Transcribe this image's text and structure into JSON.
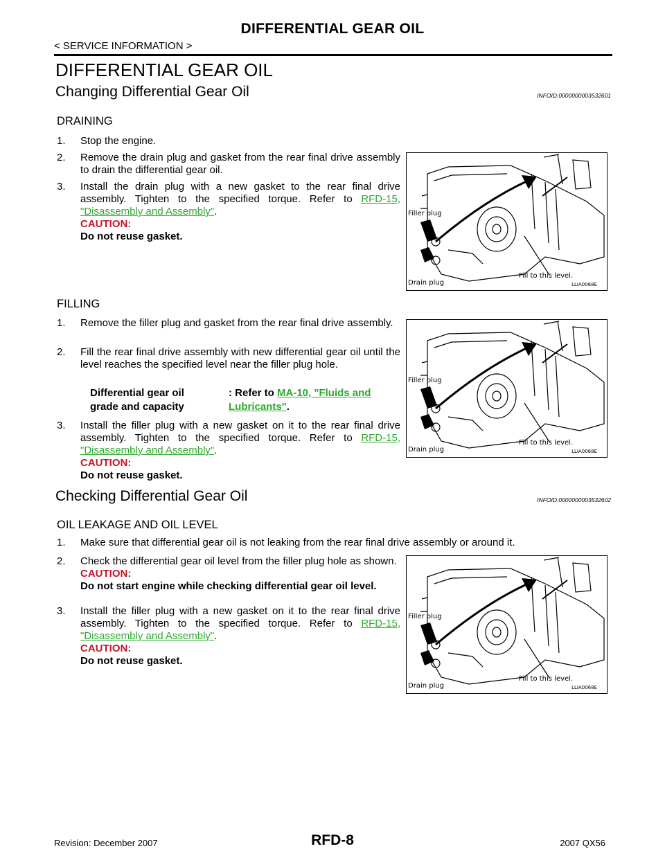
{
  "header": {
    "title": "DIFFERENTIAL GEAR OIL",
    "subtitle": "< SERVICE INFORMATION >"
  },
  "page_heading": "DIFFERENTIAL GEAR OIL",
  "section1": {
    "title": "Changing Differential Gear Oil",
    "infoid": "INFOID:0000000003532601",
    "draining": {
      "heading": "DRAINING",
      "steps": [
        {
          "num": "1.",
          "text": "Stop the engine."
        },
        {
          "num": "2.",
          "text": "Remove the drain plug and gasket from the rear final drive assembly to drain the differential gear oil."
        },
        {
          "num": "3.",
          "text": "Install the drain plug with a new gasket to the rear final drive assembly. Tighten to the specified torque. Refer to ",
          "link": "RFD-15, \"Disassembly and Assembly\"",
          "after": ".",
          "caution_label": "CAUTION:",
          "caution_text": "Do not reuse gasket."
        }
      ]
    },
    "filling": {
      "heading": "FILLING",
      "steps": [
        {
          "num": "1.",
          "text": "Remove the filler plug and gasket from the rear final drive assembly."
        },
        {
          "num": "2.",
          "text": "Fill the rear final drive assembly with new differential gear oil until the level reaches the specified level near the filler plug hole."
        },
        {
          "num": "3.",
          "text": "Install the filler plug with a new gasket on it to the rear final drive assembly. Tighten to the specified torque. Refer to ",
          "link": "RFD-15, \"Disassembly and Assembly\"",
          "after": ".",
          "caution_label": "CAUTION:",
          "caution_text": "Do not reuse gasket."
        }
      ],
      "spec": {
        "label": "Differential gear oil grade and capacity",
        "prefix": ": Refer to ",
        "link": "MA-10, \"Fluids and Lubricants\"",
        "after": "."
      }
    }
  },
  "section2": {
    "title": "Checking Differential Gear Oil",
    "infoid": "INFOID:0000000003532602",
    "leakage": {
      "heading": "OIL LEAKAGE AND OIL LEVEL",
      "steps": [
        {
          "num": "1.",
          "text": "Make sure that differential gear oil is not leaking from the rear final drive assembly or around it."
        },
        {
          "num": "2.",
          "text": "Check the differential gear oil level from the filler plug hole as shown.",
          "caution_label": "CAUTION:",
          "caution_text": "Do not start engine while checking differential gear oil level."
        },
        {
          "num": "3.",
          "text": "Install the filler plug with a new gasket on it to the rear final drive assembly. Tighten to the specified torque. Refer to ",
          "link": "RFD-15, \"Disassembly and Assembly\"",
          "after": ".",
          "caution_label": "CAUTION:",
          "caution_text": "Do not reuse gasket."
        }
      ]
    }
  },
  "figure": {
    "filler_label": "Filler plug",
    "drain_label": "Drain plug",
    "level_label": "Fill to this level.",
    "code": "LLIA0068E"
  },
  "footer": {
    "revision": "Revision: December 2007",
    "page": "RFD-8",
    "model": "2007 QX56"
  }
}
